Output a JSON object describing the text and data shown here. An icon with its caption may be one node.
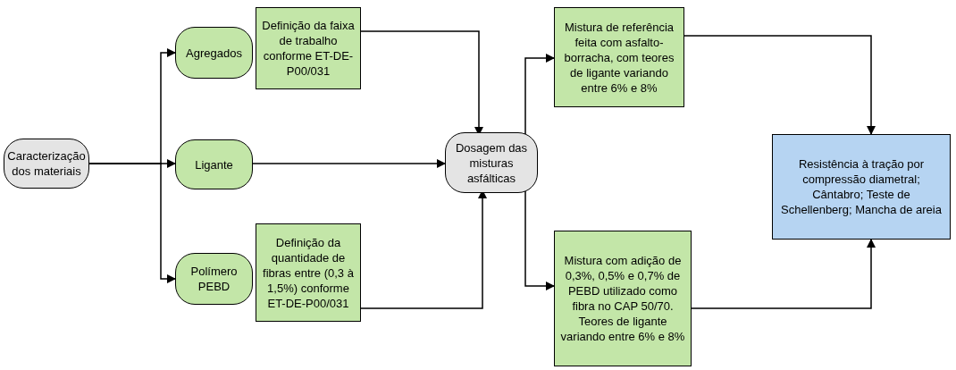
{
  "diagram": {
    "nodes": [
      {
        "text": [
          "Caracterização dos materiais"
        ]
      },
      {
        "text": [
          "Agregados"
        ]
      },
      {
        "text": [
          "Definição da faixa de trabalho conforme ET-DE-P00/031"
        ]
      },
      {
        "text": [
          "Ligante"
        ]
      },
      {
        "text": [
          "Polímero PEBD"
        ]
      },
      {
        "text": [
          "Definição da quantidade de fibras entre (0,3 à 1,5%) conforme ET-DE-P00/031"
        ]
      },
      {
        "text": [
          "Dosagem das misturas asfálticas"
        ]
      },
      {
        "text": [
          "Mistura de referência feita com asfalto-borracha, com teores de ligante variando entre 6% e 8%"
        ]
      },
      {
        "text": [
          "Mistura com adição de 0,3%, 0,5% e 0,7% de PEBD utilizado como fibra no CAP 50/70. Teores de ligante variando entre 6% e 8%"
        ]
      },
      {
        "text": [
          "Resistência à tração por compressão diametral; Cântabro; Teste de Schellenberg; Mancha de areia"
        ]
      }
    ],
    "edges": [
      {
        "from": 0,
        "to": 1,
        "arrow": "to"
      },
      {
        "from": 0,
        "to": 3,
        "arrow": "to"
      },
      {
        "from": 0,
        "to": 4,
        "arrow": "to"
      },
      {
        "from": 2,
        "to": 6,
        "arrow": "to"
      },
      {
        "from": 3,
        "to": 6,
        "arrow": "to"
      },
      {
        "from": 5,
        "to": 6,
        "arrow": "to"
      },
      {
        "from": 6,
        "to": 7,
        "arrow": "to"
      },
      {
        "from": 6,
        "to": 8,
        "arrow": "to"
      },
      {
        "from": 7,
        "to": 9,
        "arrow": "to"
      },
      {
        "from": 8,
        "to": 9,
        "arrow": "to"
      }
    ]
  }
}
